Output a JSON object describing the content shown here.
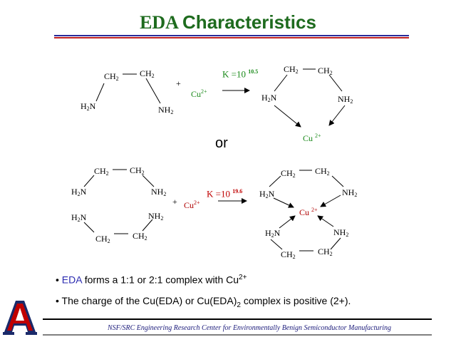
{
  "title": {
    "part1": "EDA",
    "part2": "Characteristics"
  },
  "colors": {
    "title": "#1e6b1e",
    "rule_blue": "#2a2a9a",
    "rule_red": "#c02020",
    "cu_red": "#b00000",
    "cu_green": "#1a8a1a",
    "eda_blue": "#2a2ab0",
    "logo_blue": "#1a2a6a",
    "logo_red": "#c00000"
  },
  "reaction1": {
    "reactant": {
      "ch2_a": "CH",
      "ch2_b": "CH",
      "nh2_left": "H",
      "nh2_right": "NH",
      "sub2": "2",
      "n": "N"
    },
    "plus": "+",
    "metal": "Cu",
    "metal_charge": "2+",
    "k_label": "K =10",
    "k_exp": "10.5",
    "product": {
      "ch2_a": "CH",
      "ch2_b": "CH",
      "h2n": "H",
      "nh2": "NH",
      "metal": "Cu",
      "metal_charge": "2+"
    }
  },
  "or_text": "or",
  "reaction2": {
    "plus": "+",
    "metal": "Cu",
    "metal_charge": "2+",
    "k_label": "K =10",
    "k_exp": "19.6"
  },
  "bullets": {
    "b1_pre": "• ",
    "b1_eda": "EDA",
    "b1_mid": " forms a 1:1 or 2:1 complex with Cu",
    "b1_sup": "2+",
    "b2_a": "• The charge of the Cu(EDA) or Cu(EDA)",
    "b2_sub": "2",
    "b2_b": " complex is positive (2+)."
  },
  "logo": {
    "letter": "A"
  },
  "footer": "NSF/SRC Engineering Research Center for Environmentally Benign Semiconductor Manufacturing"
}
